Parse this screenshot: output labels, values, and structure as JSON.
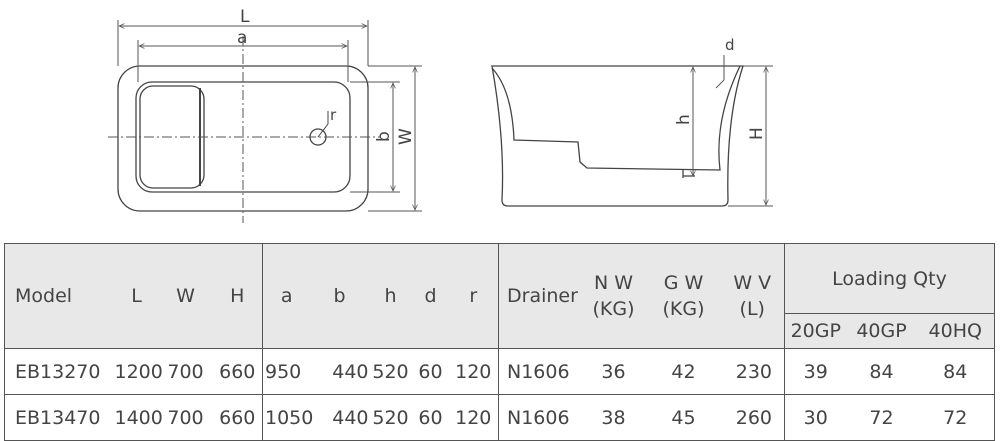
{
  "diagram": {
    "top_view_labels": {
      "L": "L",
      "a": "a",
      "W": "W",
      "b": "b",
      "r": "r"
    },
    "side_view_labels": {
      "d": "d",
      "h": "h",
      "H": "H"
    }
  },
  "table": {
    "headers": {
      "model": "Model",
      "L": "L",
      "W": "W",
      "H": "H",
      "a": "a",
      "b": "b",
      "h": "h",
      "d": "d",
      "r": "r",
      "drainer": "Drainer",
      "nw_1": "N W",
      "nw_2": "(KG)",
      "gw_1": "G W",
      "gw_2": "(KG)",
      "wv_1": "W V",
      "wv_2": "(L)",
      "loading": "Loading Qty",
      "gp20": "20GP",
      "gp40": "40GP",
      "hq40": "40HQ"
    },
    "rows": [
      {
        "model": "EB13270",
        "L": "1200",
        "W": "700",
        "H": "660",
        "a": "950",
        "b": "440",
        "h": "520",
        "d": "60",
        "r": "120",
        "drainer": "N1606",
        "nw": "36",
        "gw": "42",
        "wv": "230",
        "gp20": "39",
        "gp40": "84",
        "hq40": "84"
      },
      {
        "model": "EB13470",
        "L": "1400",
        "W": "700",
        "H": "660",
        "a": "1050",
        "b": "440",
        "h": "520",
        "d": "60",
        "r": "120",
        "drainer": "N1606",
        "nw": "38",
        "gw": "45",
        "wv": "260",
        "gp20": "30",
        "gp40": "72",
        "hq40": "72"
      }
    ]
  }
}
